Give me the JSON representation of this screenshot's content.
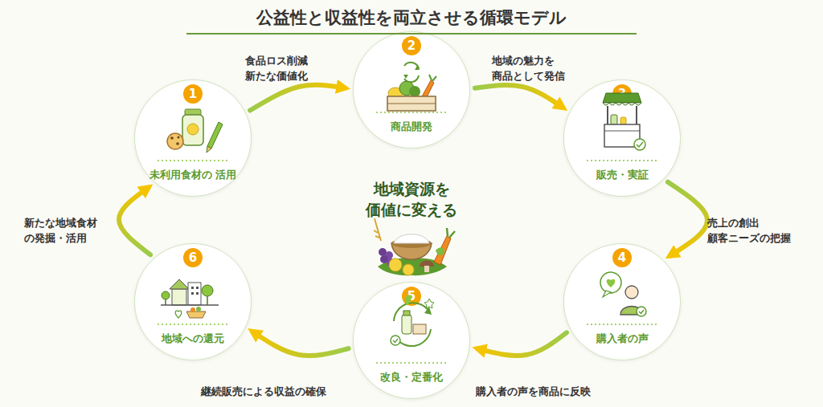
{
  "diagram": {
    "title": "公益性と収益性を両立させる循環モデル",
    "nodes": [
      {
        "text": [
          "1",
          "未利用食材の 活用"
        ]
      },
      {
        "text": [
          "2",
          "商品開発"
        ]
      },
      {
        "text": [
          "3",
          "販売・実証"
        ]
      },
      {
        "text": [
          "4",
          "購入者の声"
        ]
      },
      {
        "text": [
          "5",
          "改良・定番化"
        ]
      },
      {
        "text": [
          "6",
          "地域への還元"
        ]
      }
    ],
    "edges": [
      {
        "from": 0,
        "to": 1,
        "arrow": "to",
        "label": "食品ロス削減 新たな価値化"
      },
      {
        "from": 1,
        "to": 2,
        "arrow": "to",
        "label": "地域の魅力を 商品として発信"
      },
      {
        "from": 2,
        "to": 3,
        "arrow": "to",
        "label": "売上の創出 顧客ニーズの把握"
      },
      {
        "from": 3,
        "to": 4,
        "arrow": "to",
        "label": "購入者の声を商品に反映"
      },
      {
        "from": 4,
        "to": 5,
        "arrow": "to",
        "label": "継続販売による収益の確保"
      },
      {
        "from": 5,
        "to": 0,
        "arrow": "to",
        "label": "新たな地域食材 の発掘・活用"
      }
    ],
    "labels": [
      "地域資源を 価値に変える"
    ]
  }
}
